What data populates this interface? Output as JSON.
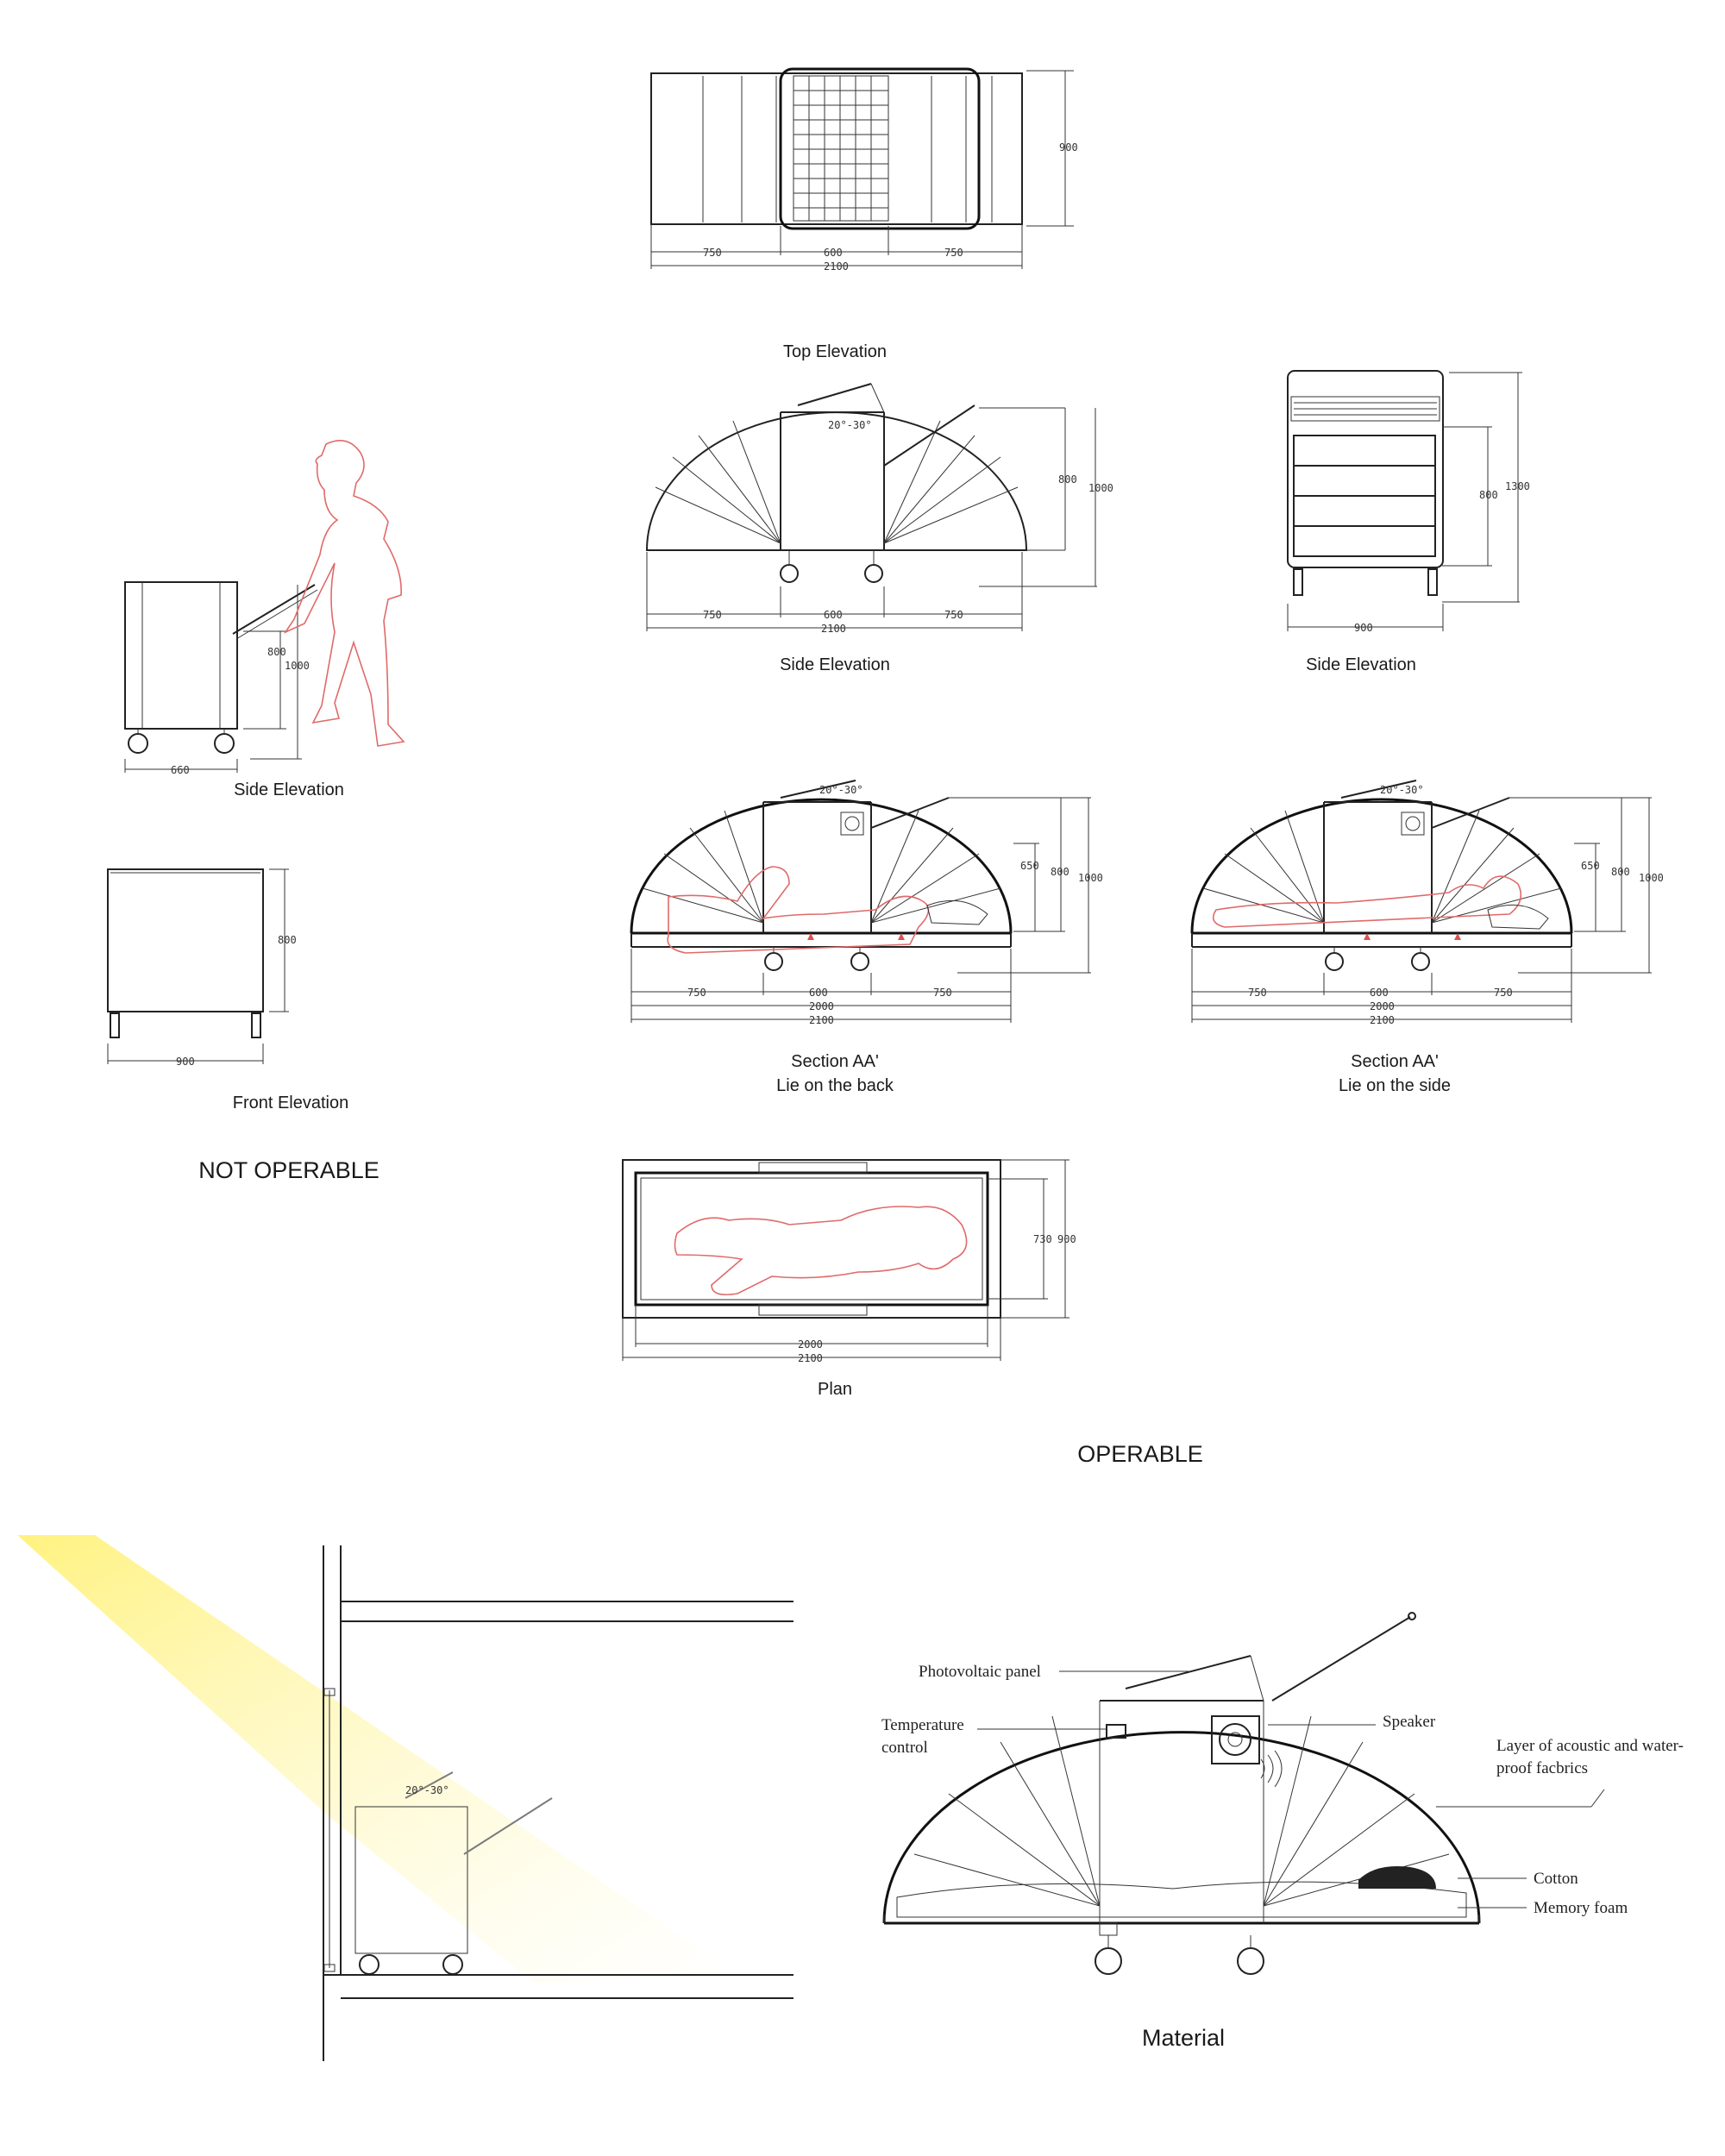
{
  "captions": {
    "top_elevation": "Top Elevation",
    "side_elevation_open": "Side Elevation",
    "side_elevation_end": "Side Elevation",
    "side_elevation_closed": "Side Elevation",
    "front_elevation": "Front Elevation",
    "section_back_1": "Section AA'",
    "section_back_2": "Lie on the back",
    "section_side_1": "Section AA'",
    "section_side_2": "Lie on the side",
    "plan": "Plan",
    "material": "Material"
  },
  "headings": {
    "not_operable": "NOT OPERABLE",
    "operable": "OPERABLE"
  },
  "dimensions": {
    "d750": "750",
    "d600": "600",
    "d2100": "2100",
    "d2000": "2000",
    "d900": "900",
    "d800": "800",
    "d1000": "1000",
    "d1300": "1300",
    "d660": "660",
    "d650": "650",
    "d730": "730",
    "angle": "20°-30°"
  },
  "material_labels": {
    "photovoltaic": "Photovoltaic  panel",
    "temperature_1": "Temperature",
    "temperature_2": "control",
    "speaker": "Speaker",
    "acoustic_1": "Layer of acoustic and water-",
    "acoustic_2": "proof facbrics",
    "cotton": "Cotton",
    "memory_foam": "Memory foam"
  },
  "colors": {
    "line": "#222222",
    "figure": "#e06a6a",
    "light": "#fff3a0"
  }
}
